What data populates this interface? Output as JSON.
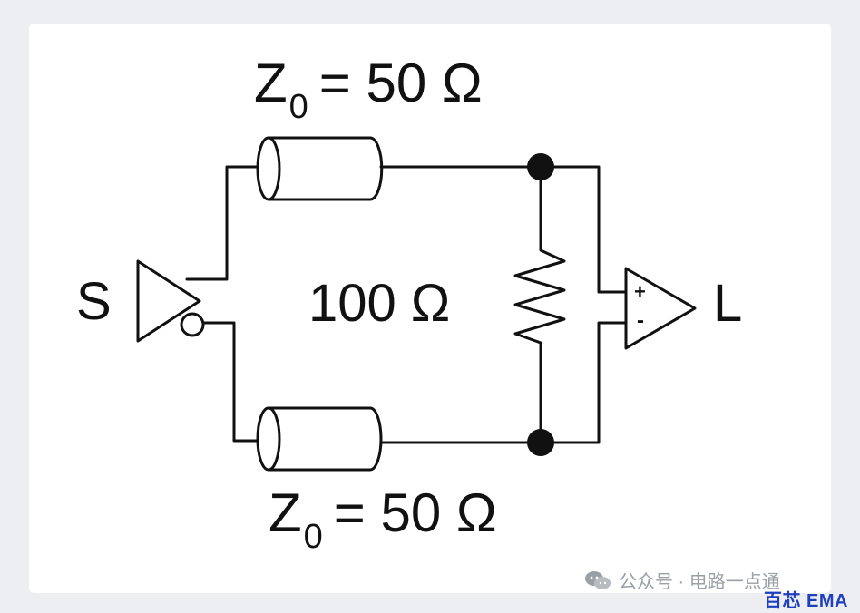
{
  "labels": {
    "z_top_main": "Z",
    "z_top_sub": "0",
    "z_top_value": "= 50 Ω",
    "z_bottom_main": "Z",
    "z_bottom_sub": "0",
    "z_bottom_value": "= 50 Ω",
    "resistor": "100 Ω",
    "source": "S",
    "load": "L",
    "amp_plus": "+",
    "amp_minus": "-"
  },
  "watermark": {
    "text": "公众号 · 电路一点通",
    "brand": "百芯 EMA"
  },
  "colors": {
    "ink": "#111111",
    "background": "#eceef1",
    "panel": "#ffffff",
    "watermark": "#9aa0a6",
    "brand": "#1f3fbf"
  }
}
